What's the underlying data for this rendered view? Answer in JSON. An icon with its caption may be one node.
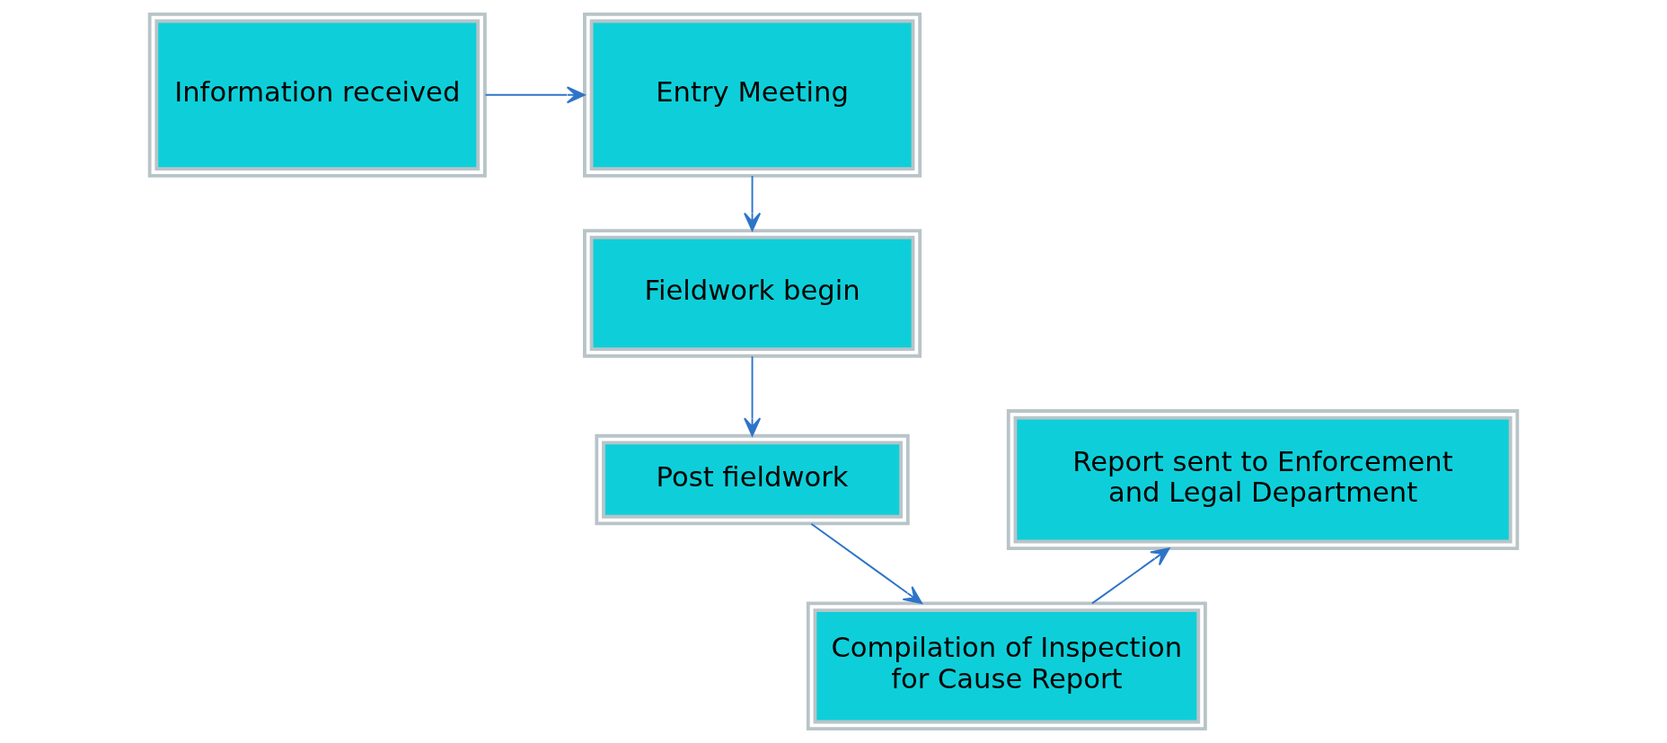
{
  "diagram": {
    "nodes": [
      {
        "text": [
          "Information received"
        ]
      },
      {
        "text": [
          "Entry Meeting"
        ]
      },
      {
        "text": [
          "Fieldwork begin"
        ]
      },
      {
        "text": [
          "Post fieldwork"
        ]
      },
      {
        "text": [
          "Compilation of Inspection for Cause Report"
        ]
      },
      {
        "text": [
          "Report sent to Enforcement and Legal Department"
        ]
      }
    ],
    "edges": [
      {
        "from": 0,
        "to": 1,
        "arrow": "to"
      },
      {
        "from": 1,
        "to": 2,
        "arrow": "to"
      },
      {
        "from": 2,
        "to": 3,
        "arrow": "to"
      },
      {
        "from": 3,
        "to": 4,
        "arrow": "to"
      },
      {
        "from": 4,
        "to": 5,
        "arrow": "to"
      }
    ]
  }
}
